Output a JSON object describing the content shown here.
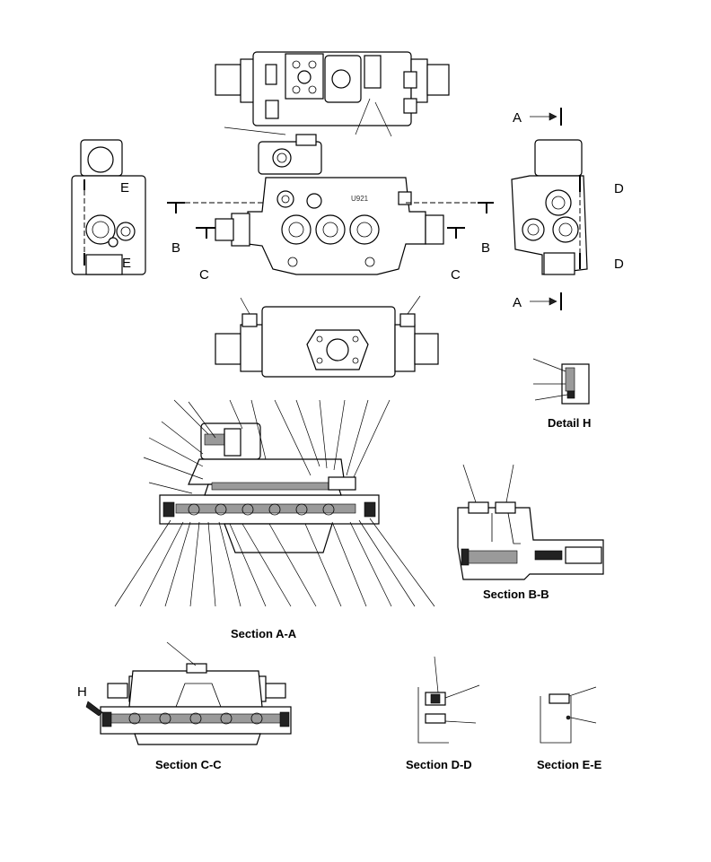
{
  "cut_labels": {
    "a": "A",
    "b": "B",
    "c": "C",
    "d": "D",
    "e": "E",
    "h": "H"
  },
  "body_marking": "U921",
  "captions": {
    "detail_h": "Detail H",
    "section_aa": "Section A-A",
    "section_bb": "Section B-B",
    "section_cc": "Section C-C",
    "section_dd": "Section D-D",
    "section_ee": "Section E-E"
  }
}
